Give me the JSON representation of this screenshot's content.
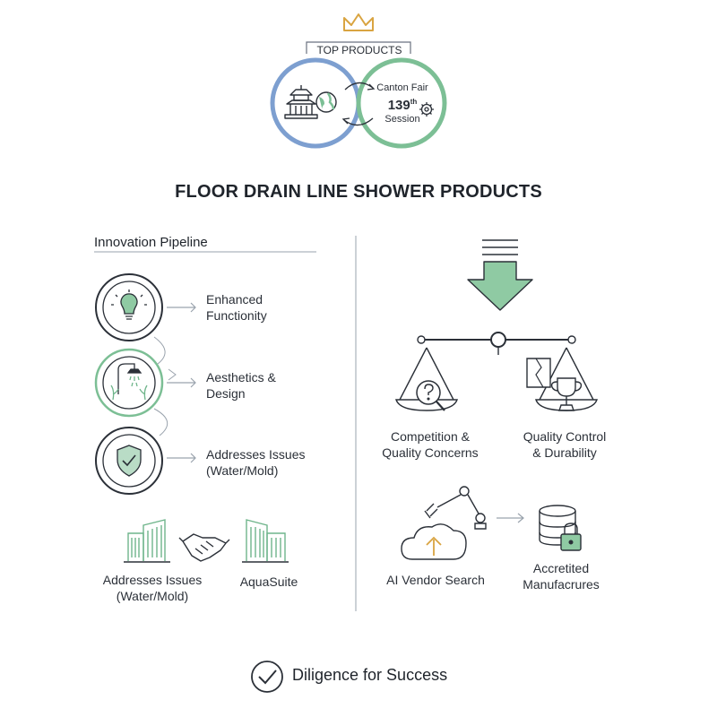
{
  "header": {
    "badge_label": "TOP PRODUCTS",
    "fair_line1": "Canton Fair",
    "fair_session_number": "139",
    "fair_session_suffix": "th",
    "fair_line3": "Session"
  },
  "title": "FLOOR DRAIN LINE SHOWER PRODUCTS",
  "pipeline": {
    "title": "Innovation Pipeline",
    "items": [
      {
        "line1": "Enhanced",
        "line2": "Functionity",
        "icon": "lightbulb-icon"
      },
      {
        "line1": "Aesthetics &",
        "line2": "Design",
        "icon": "shower-icon"
      },
      {
        "line1": "Addresses Issues",
        "line2": "(Water/Mold)",
        "icon": "shield-check-icon"
      }
    ],
    "partners": [
      {
        "line1": "Addresses Issues",
        "line2": "(Water/Mold)"
      },
      {
        "line1": "AquaSuite",
        "line2": ""
      }
    ]
  },
  "right": {
    "scale_left": {
      "line1": "Competition &",
      "line2": "Quality Concerns"
    },
    "scale_right": {
      "line1": "Quality Control",
      "line2": "& Durability"
    },
    "vendor": {
      "label": "AI Vendor Search"
    },
    "manufacturers": {
      "line1": "Accretited",
      "line2": "Manufacrures"
    }
  },
  "footer": {
    "label": "Diligence for Success"
  },
  "colors": {
    "blue_ring": "#7d9fd0",
    "green_ring": "#7cbf95",
    "accent_green": "#6fb58b",
    "arrow_fill": "#8fcaa3",
    "line": "#9aa3ad",
    "dark": "#2b3038",
    "gold": "#d9a441"
  }
}
